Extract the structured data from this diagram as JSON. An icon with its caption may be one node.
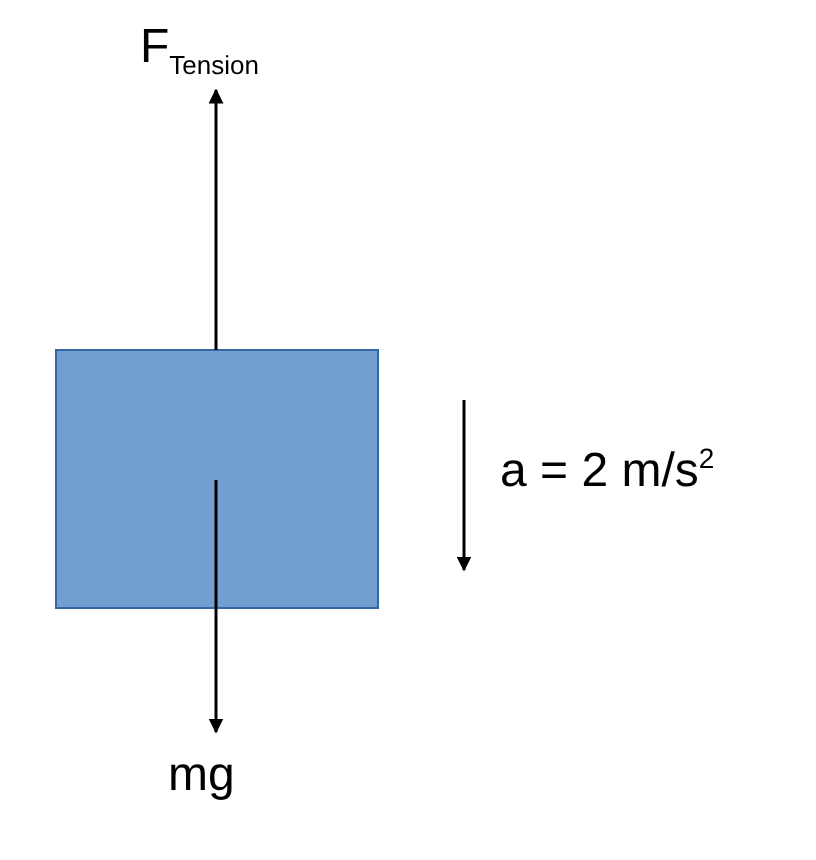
{
  "diagram": {
    "nodes": [
      {
        "text": [],
        "shape": "box"
      }
    ],
    "labels": [
      "F$_{Tension}$",
      "a =  2 m/s$^{2}$",
      "mg"
    ]
  }
}
